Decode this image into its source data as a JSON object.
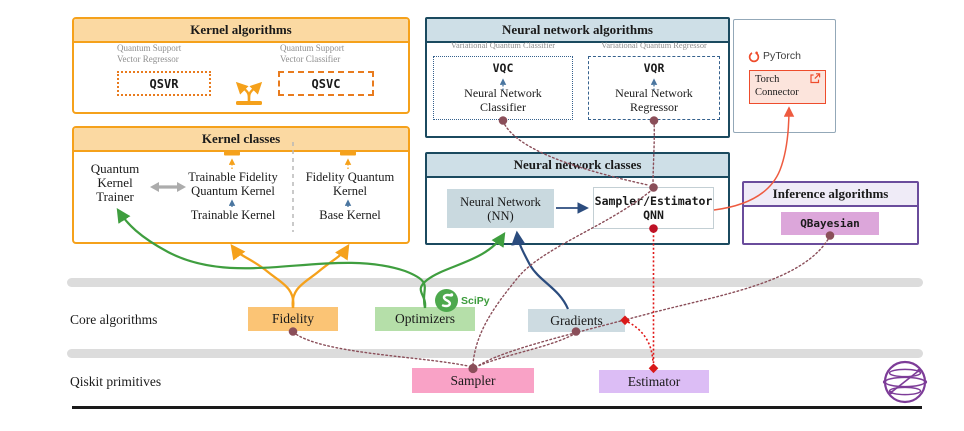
{
  "colors": {
    "orange": "#F5A11B",
    "orange_dark": "#E87B1E",
    "orange_header": "#FBD9A2",
    "teal": "#1B4A5F",
    "teal_header": "#CEDFE7",
    "purple": "#6A4C9C",
    "purple_header": "#EFEBF7",
    "plum": "#DCA6DA",
    "maroon_dot": "#8A4E59",
    "bright_red": "#E01818",
    "crimson": "#BE1226",
    "navy": "#2B4C7E",
    "green": "#3F9E3F",
    "pytorch_red": "#EE4C2C",
    "fidelity_fill": "#FBC475",
    "optimizers_fill": "#B5DFA9",
    "gradients_fill": "#CDDBE1",
    "nn_fill": "#C9D9DF",
    "sampler_fill": "#F9A2C6",
    "estimator_fill": "#DCBDF5",
    "layer_bar_gray": "#DCDCDC",
    "qiskit_globe_purple": "#7D3C98"
  },
  "kernel_algorithms": {
    "title": "Kernel algorithms",
    "qsvr_caption": "Quantum Support\nVector Regressor",
    "qsvr_label": "QSVR",
    "qsvc_caption": "Quantum Support\nVector Classifier",
    "qsvc_label": "QSVC"
  },
  "kernel_classes": {
    "title": "Kernel classes",
    "trainer": "Quantum\nKernel\nTrainer",
    "trainable_fidelity": "Trainable Fidelity\nQuantum Kernel",
    "trainable_kernel": "Trainable Kernel",
    "fidelity_quantum": "Fidelity Quantum\nKernel",
    "base_kernel": "Base Kernel"
  },
  "neural_network_algorithms": {
    "title": "Neural network algorithms",
    "vqc_caption": "Variational Quantum Classifier",
    "vqc_label": "VQC",
    "classifier": "Neural Network\nClassifier",
    "vqr_caption": "Variational Quantum Regressor",
    "vqr_label": "VQR",
    "regressor": "Neural Network\nRegressor"
  },
  "pytorch_panel": {
    "brand": "PyTorch",
    "torch_connector": "Torch\nConnector"
  },
  "neural_network_classes": {
    "title": "Neural network classes",
    "nn_label": "Neural Network\n(NN)",
    "qnn_label": "Sampler/Estimator\nQNN"
  },
  "inference_algorithms": {
    "title": "Inference algorithms",
    "qbayesian_label": "QBayesian"
  },
  "layers": {
    "core_algorithms": "Core algorithms",
    "qiskit_primitives": "Qiskit primitives"
  },
  "core_algorithms": {
    "fidelity": "Fidelity",
    "optimizers": "Optimizers",
    "gradients": "Gradients",
    "scipy_brand": "SciPy"
  },
  "qiskit_primitives": {
    "sampler": "Sampler",
    "estimator": "Estimator"
  }
}
